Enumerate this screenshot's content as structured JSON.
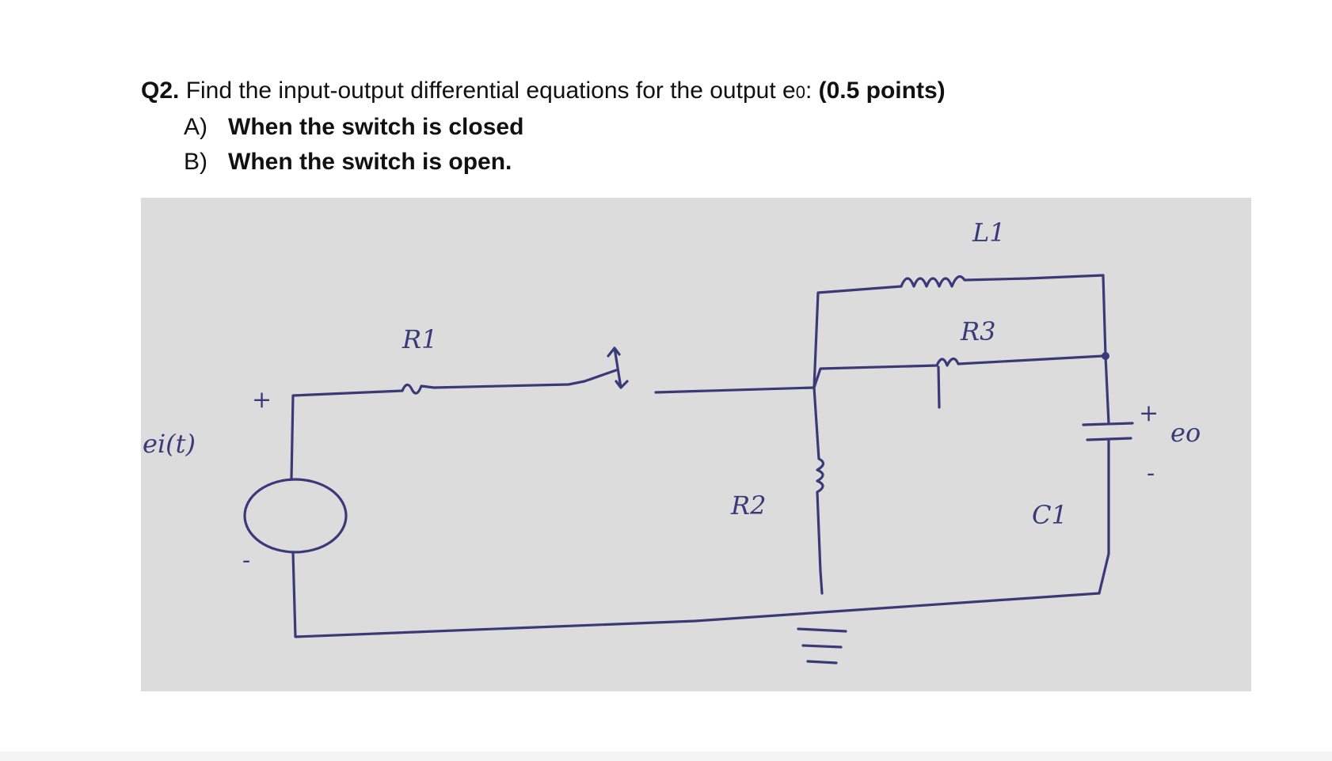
{
  "question": {
    "number": "Q2.",
    "text": " Find the input-output differential equations for the output e",
    "subscript": "0",
    "colon": ": ",
    "points": "(0.5 points)"
  },
  "options": [
    {
      "letter": "A)",
      "text": "When the switch is closed"
    },
    {
      "letter": "B)",
      "text": "When the switch is open."
    }
  ],
  "circuit_labels": {
    "source": "ei(t)",
    "source_plus": "+",
    "source_minus": "-",
    "r1": "R1",
    "r2": "R2",
    "r3": "R3",
    "l1": "L1",
    "c1": "C1",
    "out_plus": "+",
    "out_minus": "-",
    "output": "eo"
  }
}
